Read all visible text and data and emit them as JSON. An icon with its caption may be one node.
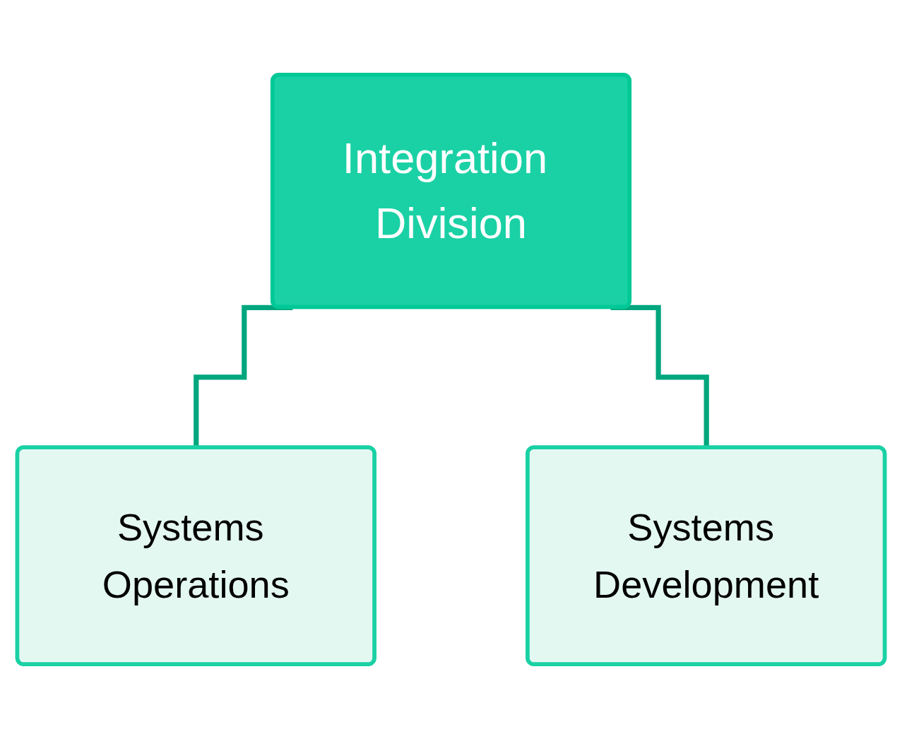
{
  "diagram": {
    "nodes": [
      {
        "text": [
          "Integration Division"
        ]
      },
      {
        "text": [
          "Systems Operations"
        ]
      },
      {
        "text": [
          "Systems Development"
        ]
      }
    ],
    "edges": [
      {
        "from": 0,
        "to": 1,
        "arrow": "none"
      },
      {
        "from": 0,
        "to": 2,
        "arrow": "none"
      }
    ]
  }
}
